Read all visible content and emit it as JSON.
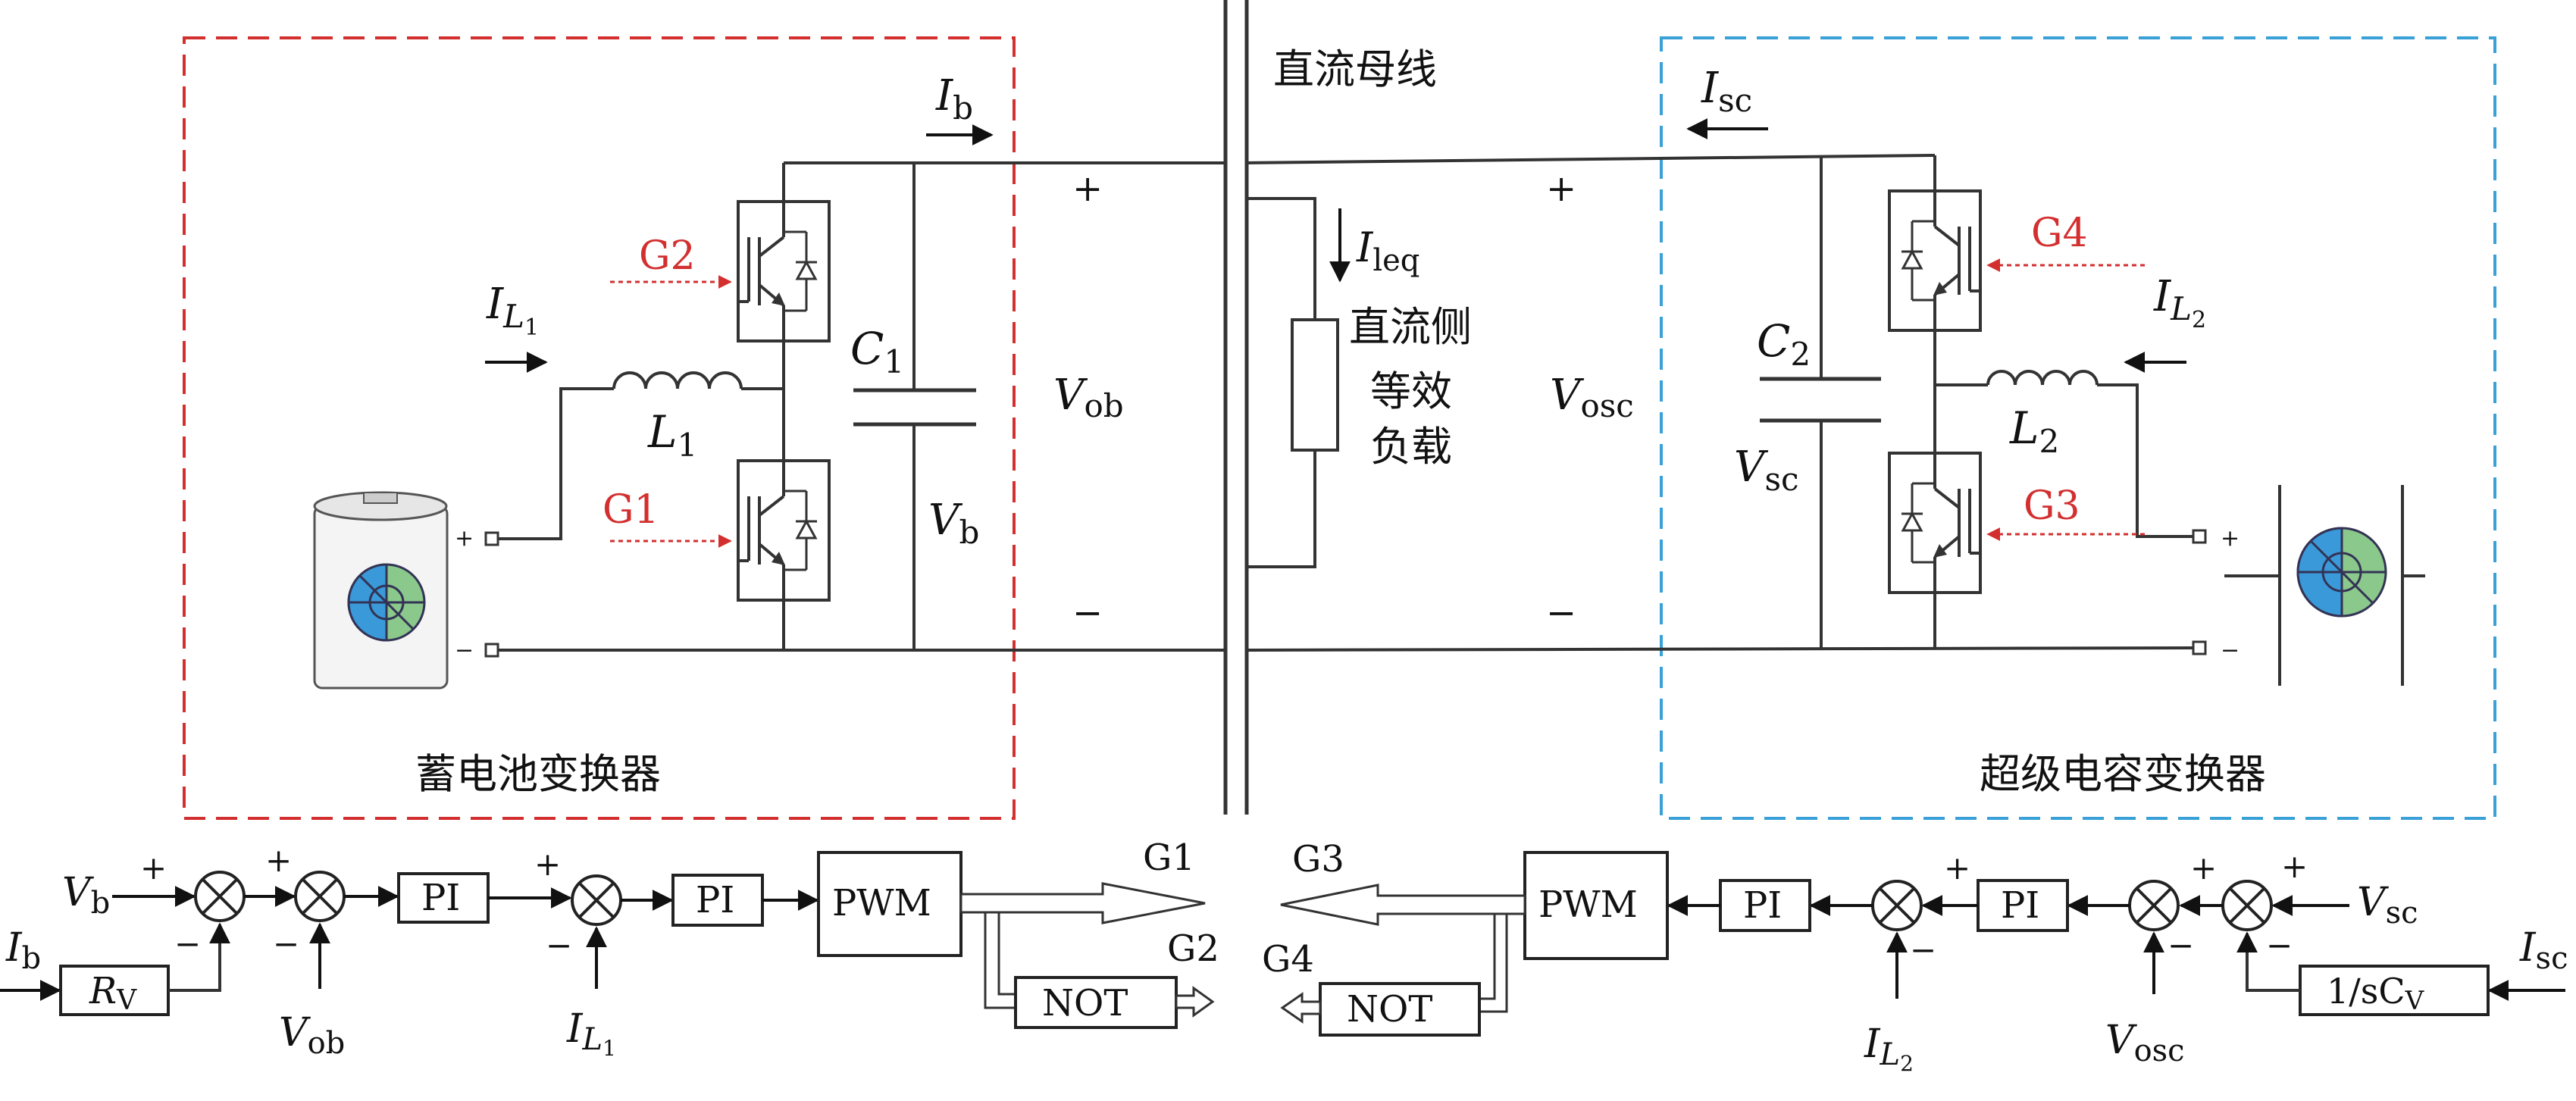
{
  "colors": {
    "battery_box": "#d32f2f",
    "supercap_box": "#3aa0d8",
    "gate_signal": "#d32f2f"
  },
  "bus": {
    "label": "直流母线",
    "plus_left": "+",
    "minus_left": "−",
    "plus_right": "+",
    "minus_right": "−",
    "V_ob": "V",
    "V_ob_sub": "ob",
    "V_osc": "V",
    "V_osc_sub": "osc"
  },
  "load": {
    "label_lines": [
      "直流侧",
      "等效",
      "负载"
    ],
    "I": "I",
    "I_sub": "leq"
  },
  "battery_converter": {
    "title": "蓄电池变换器",
    "Ib": "I",
    "Ib_sub": "b",
    "IL1": "I",
    "IL1_sub": "L",
    "IL1_subsub": "1",
    "L1": "L",
    "L1_sub": "1",
    "C1": "C",
    "C1_sub": "1",
    "Vb": "V",
    "Vb_sub": "b",
    "G1": "G1",
    "G2": "G2",
    "term_plus": "+",
    "term_minus": "−"
  },
  "supercap_converter": {
    "title": "超级电容变换器",
    "Isc": "I",
    "Isc_sub": "sc",
    "IL2": "I",
    "IL2_sub": "L",
    "IL2_subsub": "2",
    "L2": "L",
    "L2_sub": "2",
    "C2": "C",
    "C2_sub": "2",
    "Vsc": "V",
    "Vsc_sub": "sc",
    "G3": "G3",
    "G4": "G4",
    "term_plus": "+",
    "term_minus": "−"
  },
  "control_left": {
    "in_Vb": "V",
    "in_Vb_sub": "b",
    "in_Ib": "I",
    "in_Ib_sub": "b",
    "Rv": "R",
    "Rv_sub": "V",
    "in_Vob": "V",
    "in_Vob_sub": "ob",
    "in_IL1": "I",
    "in_IL1_sub": "L",
    "in_IL1_subsub": "1",
    "pi1": "PI",
    "pi2": "PI",
    "pwm": "PWM",
    "not": "NOT",
    "out1": "G1",
    "out2": "G2",
    "sign_plus": "+",
    "sign_minus": "−"
  },
  "control_right": {
    "in_Vsc": "V",
    "in_Vsc_sub": "sc",
    "in_Isc": "I",
    "in_Isc_sub": "sc",
    "cv": "1/sC",
    "cv_sub": "V",
    "in_Vosc": "V",
    "in_Vosc_sub": "osc",
    "in_IL2": "I",
    "in_IL2_sub": "L",
    "in_IL2_subsub": "2",
    "pi1": "PI",
    "pi2": "PI",
    "pwm": "PWM",
    "not": "NOT",
    "out1": "G3",
    "out2": "G4",
    "sign_plus": "+",
    "sign_minus": "−"
  }
}
